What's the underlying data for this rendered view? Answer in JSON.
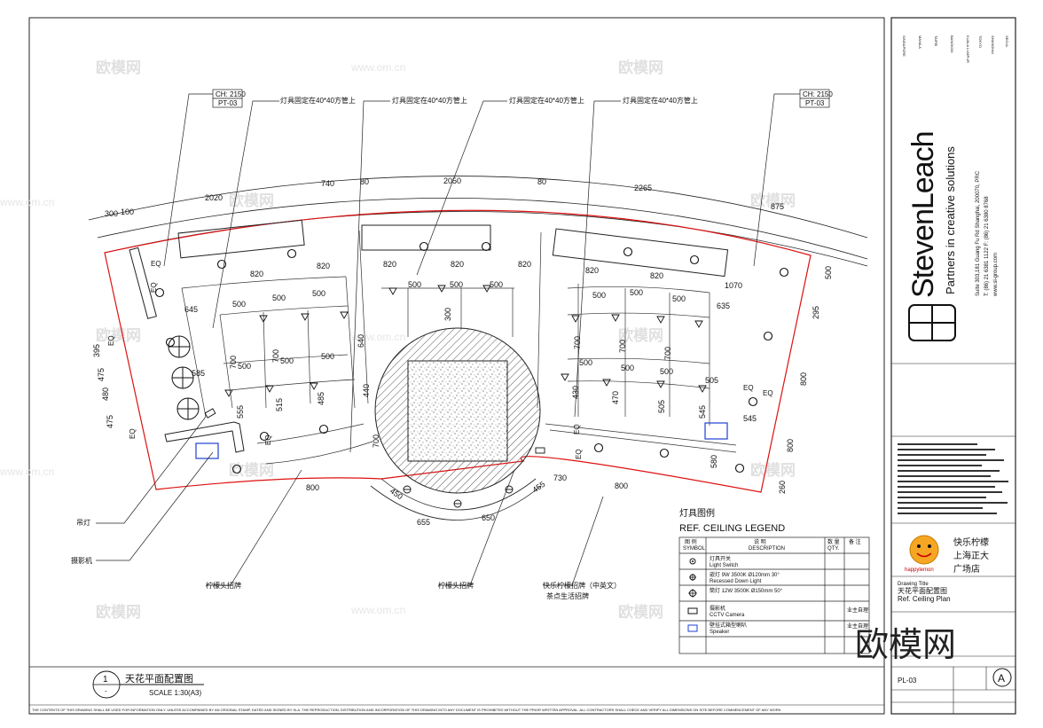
{
  "watermarks": {
    "brand": "欧模网",
    "url": "www.om.cn",
    "big_brand": "欧模网"
  },
  "callouts": {
    "ch_left": "CH: 2150",
    "pt_left": "PT-03",
    "ch_right": "CH: 2150",
    "pt_right": "PT-03",
    "fix1": "灯具固定在40*40方管上",
    "fix2": "灯具固定在40*40方管上",
    "fix3": "灯具固定在40*40方管上",
    "fix4": "灯具固定在40*40方管上",
    "pendant": "吊灯",
    "projector": "摄影机",
    "sign_left": "柠檬头招牌",
    "sign_mid": "柠檬头招牌",
    "sign_right_1": "快乐柠檬招牌（中英文）",
    "sign_right_2": "茶点生活招牌"
  },
  "dimensions": {
    "top_arc": [
      "300",
      "100",
      "2020",
      "740",
      "80",
      "2050",
      "80",
      "2265",
      "875"
    ],
    "row820": [
      "820",
      "820",
      "820",
      "820",
      "820",
      "820"
    ],
    "row500_top": [
      "500",
      "500",
      "500"
    ],
    "left_500": [
      "500",
      "500",
      "500"
    ],
    "left_500b": [
      "500",
      "500",
      "500",
      "500"
    ],
    "right_500": [
      "500",
      "500",
      "500"
    ],
    "right_500b": [
      "500",
      "500",
      "500"
    ],
    "misc": [
      "645",
      "585",
      "555",
      "515",
      "485",
      "440",
      "640",
      "700",
      "700",
      "700",
      "300",
      "1070",
      "635",
      "700",
      "700",
      "700",
      "430",
      "470",
      "505",
      "545",
      "580",
      "500",
      "500",
      "295",
      "800",
      "800",
      "800",
      "260",
      "800",
      "800",
      "730",
      "450",
      "655",
      "650",
      "455"
    ],
    "left_side": [
      "395",
      "475",
      "480",
      "475"
    ],
    "eq": "EQ"
  },
  "legend": {
    "title_cn": "灯具图例",
    "title_en": "REF. CEILING LEGEND",
    "head_symbol_cn": "图 例",
    "head_symbol_en": "SYMBOL",
    "head_desc_cn": "说 明",
    "head_desc_en": "DESCRIPTION",
    "head_qty_cn": "数 量",
    "head_qty_en": "QTY.",
    "head_note": "备 注",
    "rows": [
      {
        "cn": "灯具开关",
        "en": "Light Switch",
        "note": ""
      },
      {
        "cn": "嵌灯 9W 3500K Ø120mm 30°",
        "en": "Recessed Down Light",
        "note": ""
      },
      {
        "cn": "筒灯 12W 3500K Ø150mm 50°",
        "en": "",
        "note": ""
      },
      {
        "cn": "摄影机",
        "en": "CCTV Camera",
        "note": "业主自理"
      },
      {
        "cn": "壁挂式箱型喇叭",
        "en": "Speaker",
        "note": "业主自理"
      }
    ]
  },
  "drawing_title": {
    "number": "1",
    "dash": "-",
    "title": "天花平面配置图",
    "scale": "SCALE 1:30(A3)"
  },
  "titleblock": {
    "cities": [
      "SINGAPORE",
      "MANILA",
      "TAIPEI",
      "BANGKOK",
      "KUALA LUMPUR",
      "TOKYO",
      "SHANGHAI",
      "SEOUL"
    ],
    "brand": "StevenLeach",
    "tagline": "Partners in creative solutions",
    "address": "Suite 303,181 Guang Fu Rd Shanghai, 200070, PRC",
    "phone": "T: (86) 21 6381 1122    F: (86) 21 6380 8768",
    "web": "www.sl-group.com",
    "client_cn": "快乐柠檬",
    "client_loc_1": "上海正大",
    "client_loc_2": "广场店",
    "logo_text": "happylemon",
    "drawing_title_label": "Drawing Title",
    "drawing_title_cn": "天花平面配置图",
    "drawing_title_en": "Ref. Ceiling Plan",
    "sheet_no": "PL-03",
    "revision": "A"
  },
  "footer": {
    "note": "THE CONTENTS OF THIS DRAWING SHALL BE USED FOR INFORMATION ONLY. UNLESS ACCOMPANIED BY AN ORIGINAL STAMP, DATED AND SIGNED BY SLA. THE REPRODUCTION, DISTRIBUTION AND INCORPORATION OF THIS DRAWING INTO ANY DOCUMENT IS PROHIBITED WITHOUT THE PRIOR WRITTEN APPROVAL. ALL CONTRACTORS SHALL CHECK AND VERIFY ALL DIMENSIONS ON SITE BEFORE COMMENCEMENT OF ANY WORK."
  }
}
